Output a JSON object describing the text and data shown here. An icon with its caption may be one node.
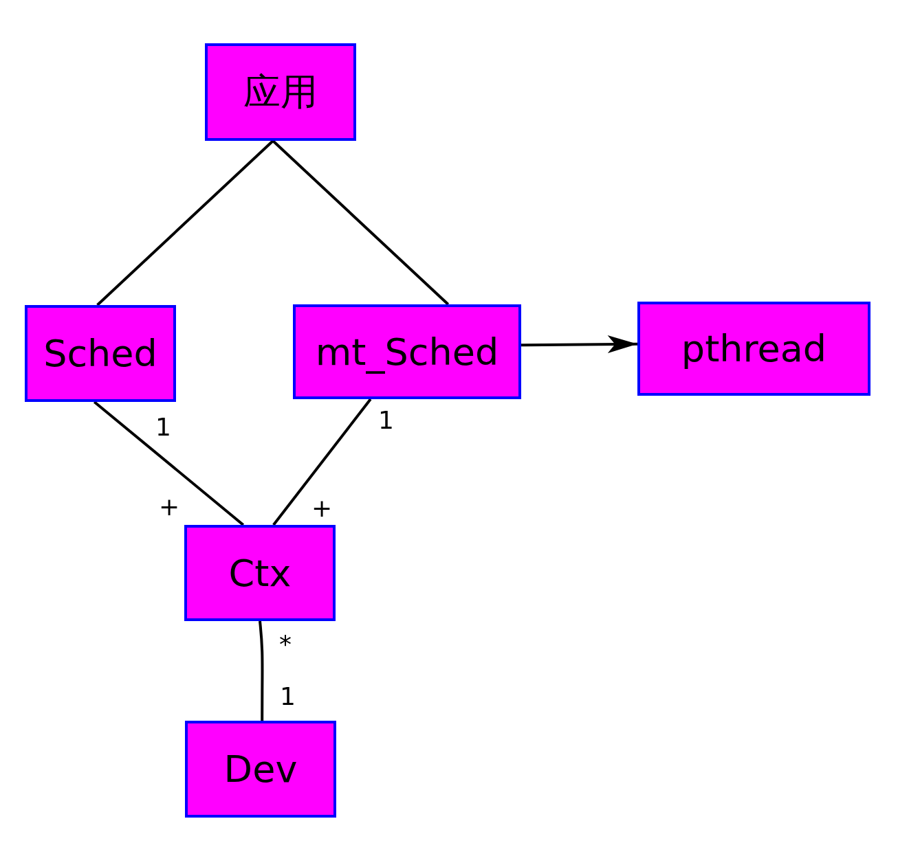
{
  "diagram": {
    "nodes": [
      {
        "text": [
          "应用"
        ]
      },
      {
        "text": [
          "Sched"
        ]
      },
      {
        "text": [
          "mt_Sched"
        ]
      },
      {
        "text": [
          "pthread"
        ]
      },
      {
        "text": [
          "Ctx"
        ]
      },
      {
        "text": [
          "Dev"
        ]
      }
    ],
    "edges": [
      {
        "from": 0,
        "to": 1,
        "arrow": "none"
      },
      {
        "from": 0,
        "to": 2,
        "arrow": "none"
      },
      {
        "from": 2,
        "to": 3,
        "arrow": "to"
      },
      {
        "from": 1,
        "to": 4,
        "arrow": "none"
      },
      {
        "from": 2,
        "to": 4,
        "arrow": "none"
      },
      {
        "from": 4,
        "to": 5,
        "arrow": "none"
      }
    ],
    "labels": [
      "1",
      "1",
      "+",
      "+",
      "*",
      "1"
    ]
  }
}
